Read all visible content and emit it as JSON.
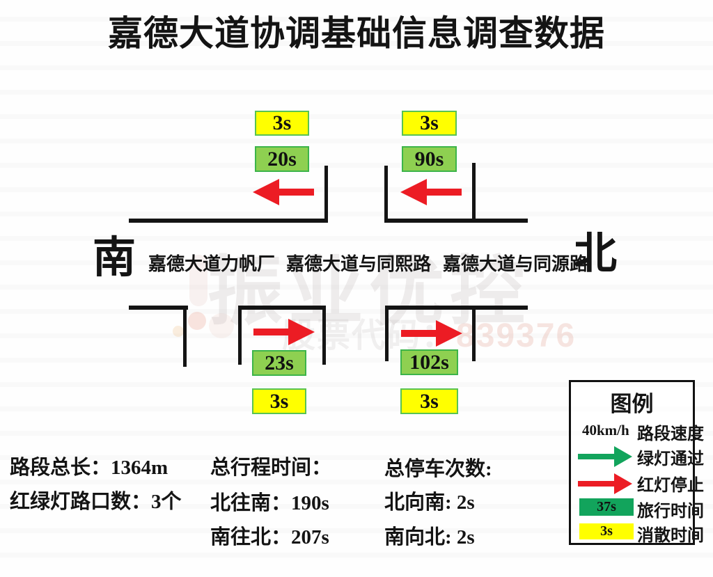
{
  "title": "嘉德大道协调基础信息调查数据",
  "watermark": {
    "brand": "振业优控",
    "stock_label": "股票代码：",
    "stock_code": "839376"
  },
  "colors": {
    "travel_light_green": "#8ed051",
    "legend_travel_green": "#12a45c",
    "dissipation_yellow": "#ffff00",
    "arrow_red": "#ec1c24",
    "arrow_green": "#12a45c",
    "line_black": "#141414"
  },
  "diagram": {
    "south": "南",
    "north": "北",
    "locations": [
      "嘉德大道力帆厂",
      "嘉德大道与同熙路",
      "嘉德大道与同源路"
    ],
    "westbound": [
      {
        "dissipation": "3s",
        "travel": "20s"
      },
      {
        "dissipation": "3s",
        "travel": "90s"
      }
    ],
    "eastbound": [
      {
        "travel": "23s",
        "dissipation": "3s"
      },
      {
        "travel": "102s",
        "dissipation": "3s"
      }
    ]
  },
  "legend": {
    "title": "图例",
    "speed_value": "40km/h",
    "speed_label": "路段速度",
    "green_arrow_label": "绿灯通过",
    "red_arrow_label": "红灯停止",
    "travel_value": "37s",
    "travel_label": "旅行时间",
    "dissipation_value": "3s",
    "dissipation_label": "消散时间"
  },
  "stats": {
    "total_length_label": "路段总长：",
    "total_length_value": "1364m",
    "signal_count_label": "红绿灯路口数：",
    "signal_count_value": "3个",
    "travel_time_title": "总行程时间：",
    "travel_n2s_label": "北往南：",
    "travel_n2s_value": "190s",
    "travel_s2n_label": "南往北：",
    "travel_s2n_value": "207s",
    "stops_title": "总停车次数:",
    "stops_n2s_label": "北向南:",
    "stops_n2s_value": "2s",
    "stops_s2n_label": "南向北:",
    "stops_s2n_value": "2s"
  }
}
